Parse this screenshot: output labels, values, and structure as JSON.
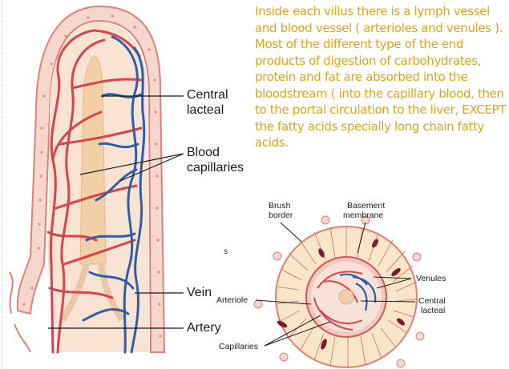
{
  "longitudinal_labels": {
    "central_lacteal_1": "Central",
    "central_lacteal_2": "lacteal",
    "blood_capillaries_1": "Blood",
    "blood_capillaries_2": "capillaries",
    "vein": "Vein",
    "artery": "Artery"
  },
  "description": "Inside each villus there is a lymph vessel and blood vessel ( arterioles and venules ). Most of the different type of the end products of digestion of carbohydrates, protein and fat are absorbed into the bloodstream ( into the capillary blood, then to the portal circulation to the liver, EXCEPT the fatty acids specially long chain fatty acids.",
  "stray_mark": "s",
  "cross_section_labels": {
    "brush_border_1": "Brush",
    "brush_border_2": "border",
    "basement_membrane_1": "Basement",
    "basement_membrane_2": "membrane",
    "venules": "Venules",
    "central_lacteal_1": "Central",
    "central_lacteal_2": "lacteal",
    "arteriole": "Arteriole",
    "capillaries": "Capillaries"
  },
  "colors": {
    "paragraph_text": "#d8a619",
    "artery_red": "#d9434b",
    "vein_blue": "#2f5ea8",
    "lacteal_peach": "#f3cfa8",
    "epithelium_pink": "#f2a7a0"
  }
}
